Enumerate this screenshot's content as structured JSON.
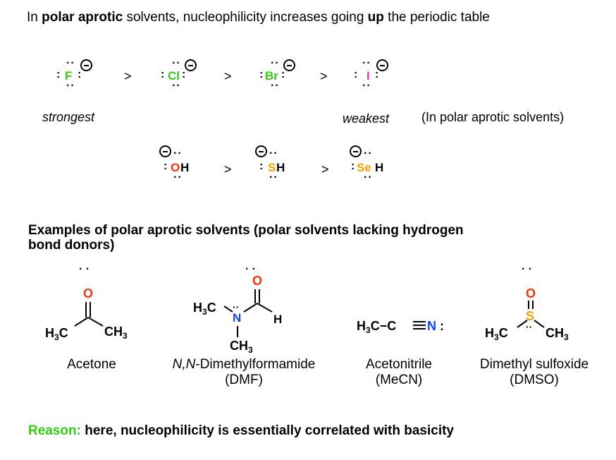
{
  "heading": {
    "part1": "In ",
    "part2": "polar aprotic",
    "part3": " solvents, nucleophilicity increases going ",
    "part4": "up",
    "part5": " the periodic table"
  },
  "halides": [
    "F",
    "Cl",
    "Br",
    "I"
  ],
  "greater_than": ">",
  "strongest": "strongest",
  "weakest": "weakest",
  "solvent_note": "(In polar aprotic solvents)",
  "chalcogenides": [
    {
      "atom": "O",
      "h": "H"
    },
    {
      "atom": "S",
      "h": "H"
    },
    {
      "atom": "Se",
      "h": "H"
    }
  ],
  "examples_heading": "Examples of polar aprotic solvents (polar solvents lacking hydrogen bond donors)",
  "examples_heading_line1": "Examples of polar aprotic solvents (polar solvents lacking hydrogen",
  "examples_heading_line2": "bond donors)",
  "molecules": {
    "acetone": {
      "name": "Acetone",
      "O": "O",
      "left": "H3C",
      "right": "CH3"
    },
    "dmf": {
      "name_italic": "N,N",
      "name_rest": "-Dimethylformamide",
      "abbr": "(DMF)",
      "O": "O",
      "N": "N",
      "H": "H",
      "me1": "H3C",
      "me2": "CH3"
    },
    "mecn": {
      "name": "Acetonitrile",
      "abbr": "(MeCN)",
      "formula_left": "H3C",
      "bond1": "−C",
      "triple": "≡",
      "N": "N"
    },
    "dmso": {
      "name": "Dimethyl sulfoxide",
      "abbr": "(DMSO)",
      "O": "O",
      "S": "S",
      "left": "H3C",
      "right": "CH3"
    }
  },
  "reason": {
    "label": "Reason:",
    "text": " here, nucleophilicity is essentially correlated with basicity"
  },
  "colors": {
    "green": "#33cc11",
    "pink": "#e833c8",
    "red": "#ee3311",
    "orange": "#f5a000",
    "blue": "#1144ee",
    "black": "#000000"
  }
}
